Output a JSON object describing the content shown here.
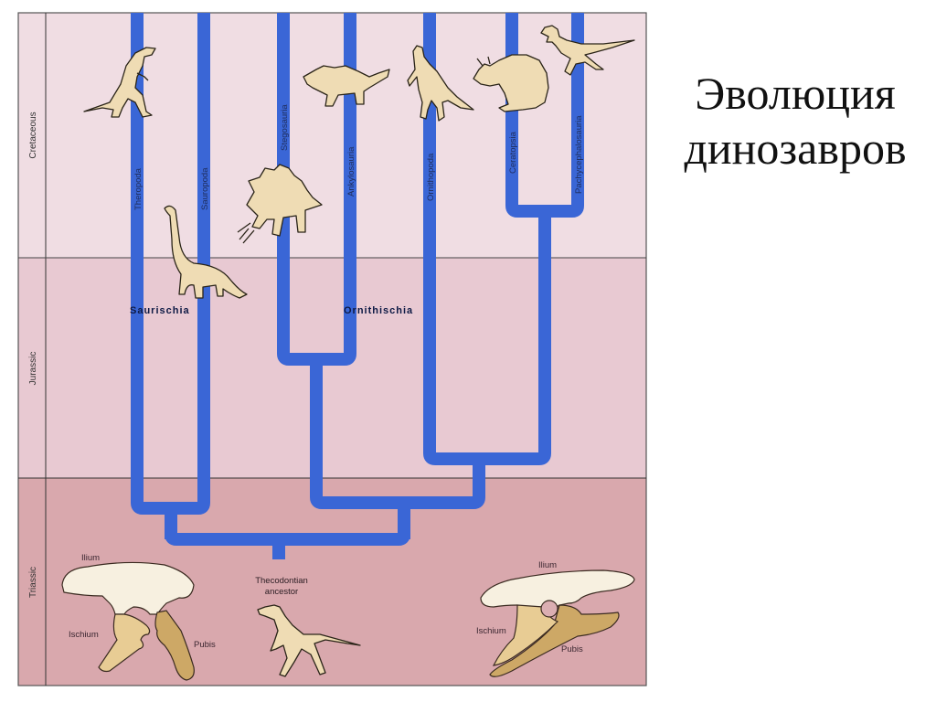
{
  "slide": {
    "title_line1": "Эволюция",
    "title_line2": "динозавров"
  },
  "diagram": {
    "type": "cladogram",
    "eras": [
      {
        "name": "Cretaceous",
        "color": "#f0dde3"
      },
      {
        "name": "Jurassic",
        "color": "#e8c9d2"
      },
      {
        "name": "Triassic",
        "color": "#d9a8ad"
      }
    ],
    "branch_color": "#3a66d6",
    "groups": {
      "saurischia": "Saurischia",
      "ornithischia": "Ornithischia"
    },
    "clades": [
      {
        "name": "Theropoda",
        "group": "Saurischia"
      },
      {
        "name": "Sauropoda",
        "group": "Saurischia"
      },
      {
        "name": "Stegosauria",
        "group": "Ornithischia"
      },
      {
        "name": "Ankylosauria",
        "group": "Ornithischia"
      },
      {
        "name": "Ornithopoda",
        "group": "Ornithischia"
      },
      {
        "name": "Ceratopsia",
        "group": "Ornithischia"
      },
      {
        "name": "Pachycephalosauria",
        "group": "Ornithischia"
      }
    ],
    "ancestor": {
      "line1": "Thecodontian",
      "line2": "ancestor"
    },
    "pelvis_saurischian": {
      "ilium": "Ilium",
      "ischium": "Ischium",
      "pubis": "Pubis"
    },
    "pelvis_ornithischian": {
      "ilium": "Ilium",
      "ischium": "Ischium",
      "pubis": "Pubis"
    }
  }
}
